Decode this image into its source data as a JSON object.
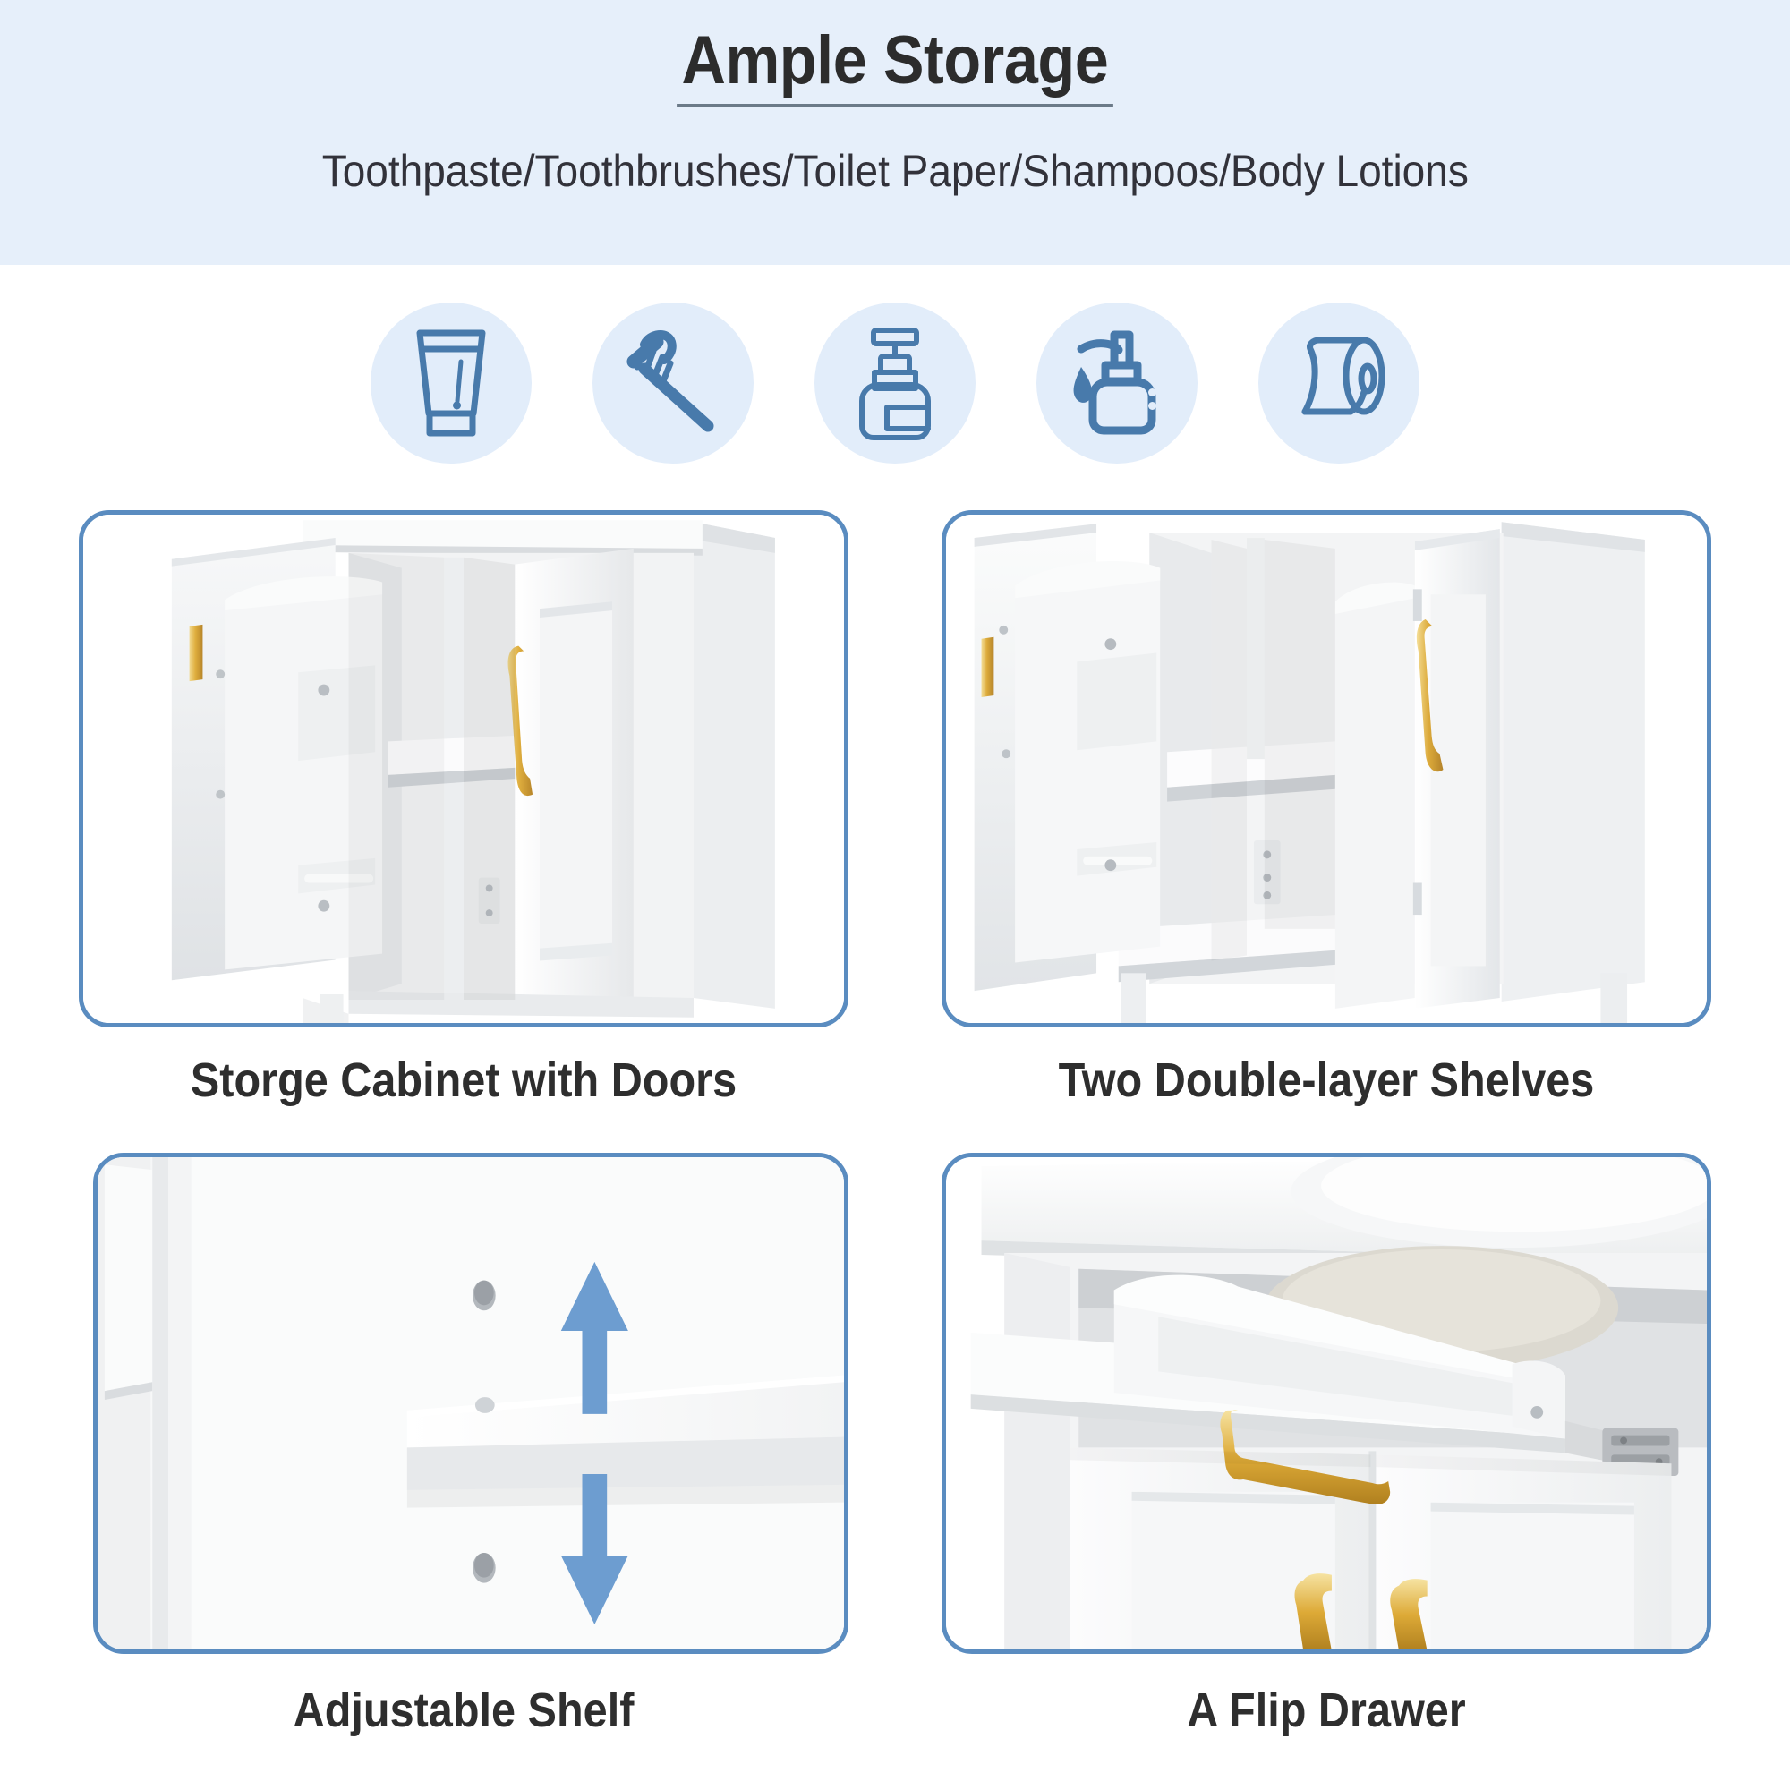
{
  "header": {
    "title": "Ample Storage",
    "subtitle": "Toothpaste/Toothbrushes/Toilet Paper/Shampoos/Body Lotions",
    "background_color": "#e6effa",
    "title_color": "#2c2c2c"
  },
  "icons": [
    {
      "name": "toothpaste-tube-icon",
      "label": "Toothpaste"
    },
    {
      "name": "toothbrush-icon",
      "label": "Toothbrushes"
    },
    {
      "name": "shampoo-pump-bottle-icon",
      "label": "Shampoos"
    },
    {
      "name": "lotion-dispenser-icon",
      "label": "Body Lotions"
    },
    {
      "name": "toilet-paper-roll-icon",
      "label": "Toilet Paper"
    }
  ],
  "icon_style": {
    "circle_color": "#e2edfa",
    "stroke_color": "#487aab",
    "circle_diameter": 180
  },
  "panels": [
    {
      "id": "storage-cabinet",
      "caption": "Storge Cabinet with Doors",
      "image_alt": "White bathroom cabinet with both doors open showing interior shelf and gold bar handles",
      "border_color": "#5a8cc0"
    },
    {
      "id": "double-layer-shelves",
      "caption": "Two Double-layer Shelves",
      "image_alt": "Open white cabinet interior showing two stacked shelves and a gold handle on the right door",
      "border_color": "#5a8cc0"
    },
    {
      "id": "adjustable-shelf",
      "caption": "Adjustable Shelf",
      "image_alt": "Close-up of white shelf inside cabinet with blue up-and-down arrow and peg holes",
      "border_color": "#5a8cc0"
    },
    {
      "id": "flip-drawer",
      "caption": "A Flip Drawer",
      "image_alt": "Open tilt-out flip drawer beneath a white sink with gold door handles below",
      "border_color": "#5a8cc0"
    }
  ],
  "colors": {
    "accent_blue": "#5a8cc0",
    "icon_blue": "#487aab",
    "arrow_blue": "#6d9dd0",
    "gold_handle": "#d8a63a",
    "cabinet_white": "#f6f7f8",
    "text_dark": "#2e2e2e"
  }
}
